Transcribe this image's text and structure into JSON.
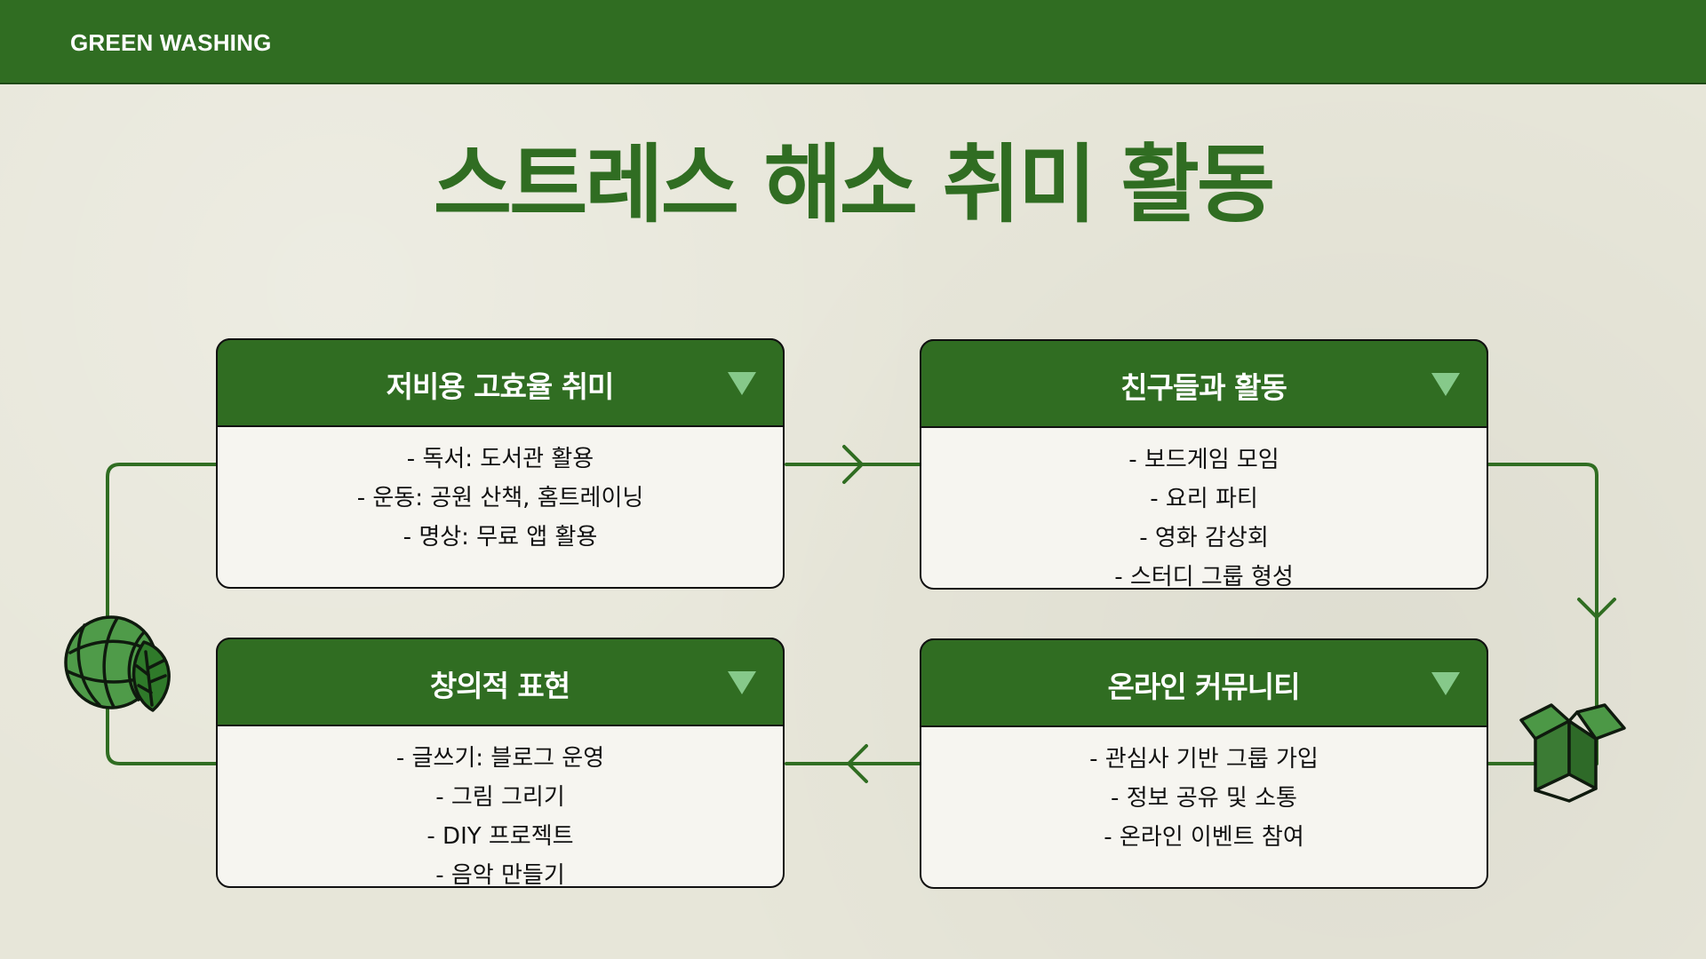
{
  "brand": "GREEN WASHING",
  "title": "스트레스 해소 취미 활동",
  "cards": [
    {
      "title": "저비용 고효율 취미",
      "items": [
        "- 독서: 도서관 활용",
        "- 운동: 공원 산책, 홈트레이닝",
        "- 명상: 무료 앱 활용"
      ]
    },
    {
      "title": "친구들과 활동",
      "items": [
        "- 보드게임 모임",
        "- 요리 파티",
        "- 영화 감상회",
        "- 스터디 그룹 형성"
      ]
    },
    {
      "title": "창의적 표현",
      "items": [
        "- 글쓰기: 블로그 운영",
        "- 그림 그리기",
        "- DIY 프로젝트",
        "- 음악 만들기"
      ]
    },
    {
      "title": "온라인 커뮤니티",
      "items": [
        "- 관심사 기반 그룹 가입",
        "- 정보 공유 및 소통",
        "- 온라인 이벤트 참여"
      ]
    }
  ],
  "icons": {
    "left": "globe-leaf-icon",
    "right": "box-icon",
    "caret": "triangle-down-icon"
  },
  "colors": {
    "primary": "#306d22",
    "background": "#e7e6d9",
    "card_bg": "#f6f5f0",
    "caret": "#86c98a"
  }
}
